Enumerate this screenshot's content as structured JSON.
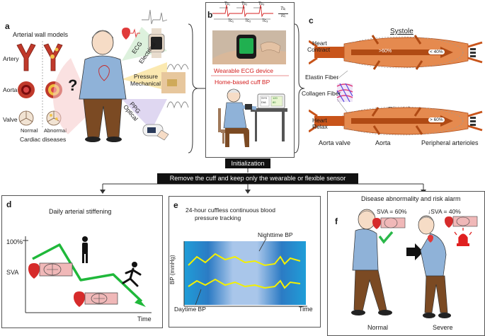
{
  "panels": {
    "a": {
      "letter": "a",
      "title": "Arterial wall models",
      "rows": [
        "Artery",
        "Aorta",
        "Valve"
      ],
      "columns": [
        "Normal",
        "Abnormal"
      ],
      "footer": "Cardiac diseases",
      "question": "?",
      "sensors": [
        {
          "line1": "ECG",
          "line2": "Electrical"
        },
        {
          "line1": "Pressure",
          "line2": "Mechanical"
        },
        {
          "line1": "PPG",
          "line2": "Optical"
        }
      ]
    },
    "b": {
      "letter": "b",
      "wearable_label": "Wearable ECG device",
      "cuff_label": "Home-based cuff BP",
      "ecg_labels": {
        "ts1": "Ts₁",
        "ts2": "Ts₂",
        "ts3": "Ts₃",
        "tc1": "Tc₁",
        "tc2": "Tc₂",
        "tc3": "Tc₃",
        "ratio_top": "Tsᵢ",
        "ratio_bottom": "Tcᵢ"
      },
      "bp_screen": {
        "sys": "SYS",
        "dia": "DIA",
        "sys_val": "120",
        "dia_val": "80"
      },
      "init_button": "Initialization"
    },
    "c": {
      "letter": "c",
      "systole": "Systole",
      "diastole": "Diastole",
      "heart_contract": [
        "Heart",
        "Contract"
      ],
      "heart_relax": [
        "Heart",
        "Relax"
      ],
      "systole_pct_left": ">60%",
      "systole_pct_right": "< 40%",
      "diastole_pct": "> 60%",
      "elastin": "Elastin Fiber",
      "collagen": "Collagen Fiber",
      "bottom_labels": [
        "Aorta valve",
        "Aorta",
        "Peripheral arterioles"
      ]
    },
    "banner": "Remove the cuff and keep only the wearable or flexible sensor",
    "d": {
      "letter": "d",
      "title": "Daily arterial stiffening",
      "y_top": "100%",
      "y_label": "SVA",
      "x_label": "Time"
    },
    "e": {
      "letter": "e",
      "title_line1": "24-hour cuffless continuous  blood",
      "title_line2": "pressure tracking",
      "nighttime": "Nighttime BP",
      "daytime": "Daytime BP",
      "y_label": "BP (mmHg)",
      "x_label": "Time"
    },
    "f": {
      "letter": "f",
      "title": "Disease abnormality and risk alarm",
      "sva_normal": "SVA = 60%",
      "sva_severe": "↓SVA = 40%",
      "normal": "Normal",
      "severe": "Severe"
    }
  },
  "colors": {
    "accent_red": "#d42020",
    "artery_orange": "#c8541a",
    "bp_blue": "#2aa0dc",
    "trace_yellow": "#f4f000",
    "trend_green": "#1fb83a"
  }
}
